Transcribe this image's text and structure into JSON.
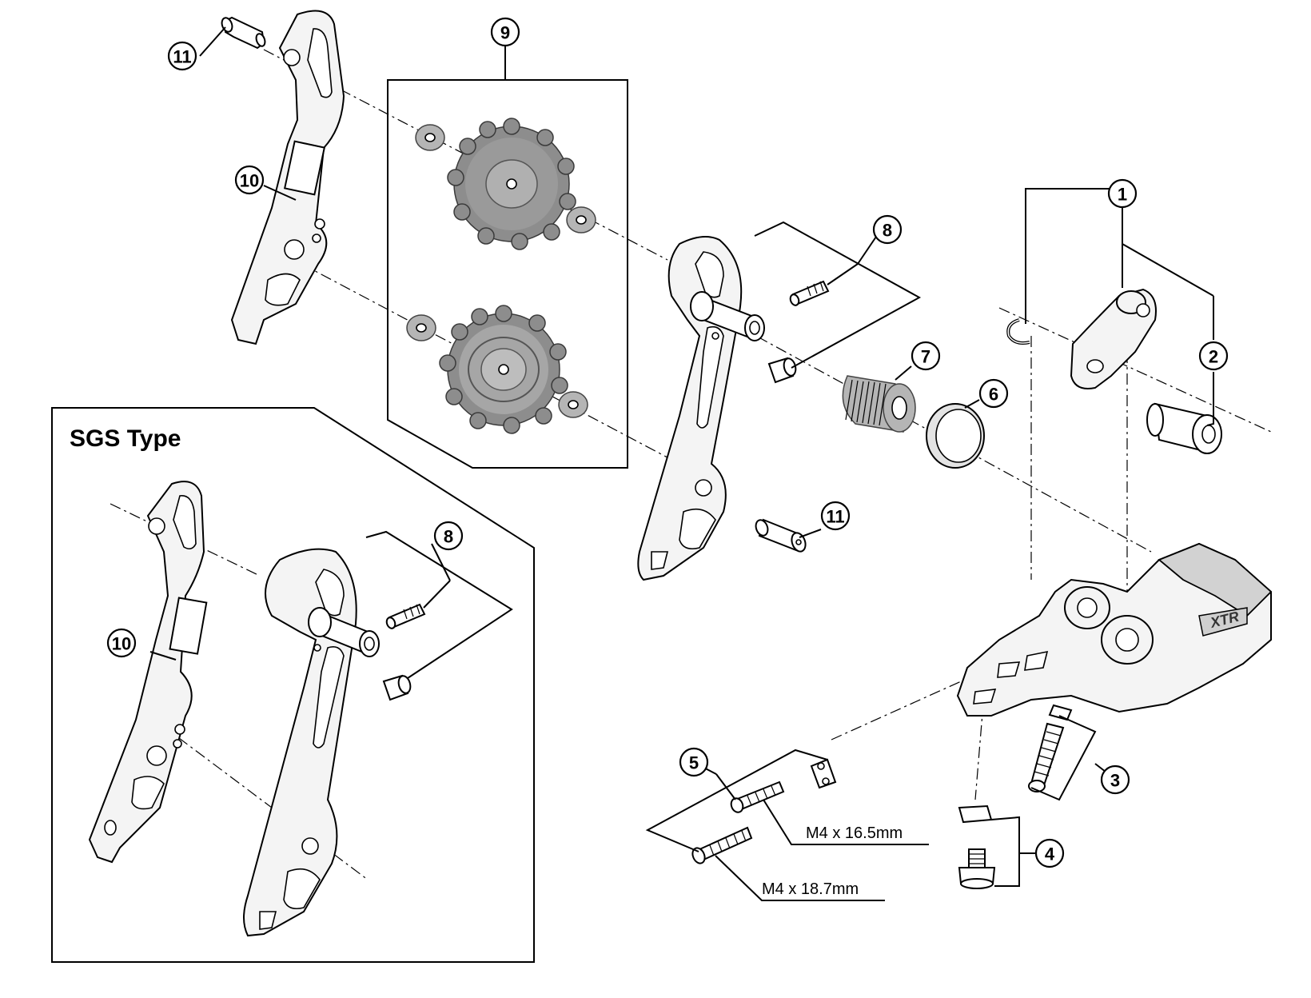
{
  "inset": {
    "title": "SGS Type"
  },
  "specs": {
    "short_bolt": "M4 x 16.5mm",
    "long_bolt": "M4 x 18.7mm"
  },
  "callouts": {
    "c1": "1",
    "c2": "2",
    "c3": "3",
    "c4": "4",
    "c5": "5",
    "c6": "6",
    "c7": "7",
    "c8": "8",
    "c8b": "8",
    "c9": "9",
    "c10": "10",
    "c10b": "10",
    "c11": "11",
    "c11b": "11"
  },
  "brand_mark": "XTR",
  "colors": {
    "line": "#000000",
    "pulley": "#8d8d8d",
    "washer": "#b5b5b5",
    "background": "#ffffff"
  }
}
